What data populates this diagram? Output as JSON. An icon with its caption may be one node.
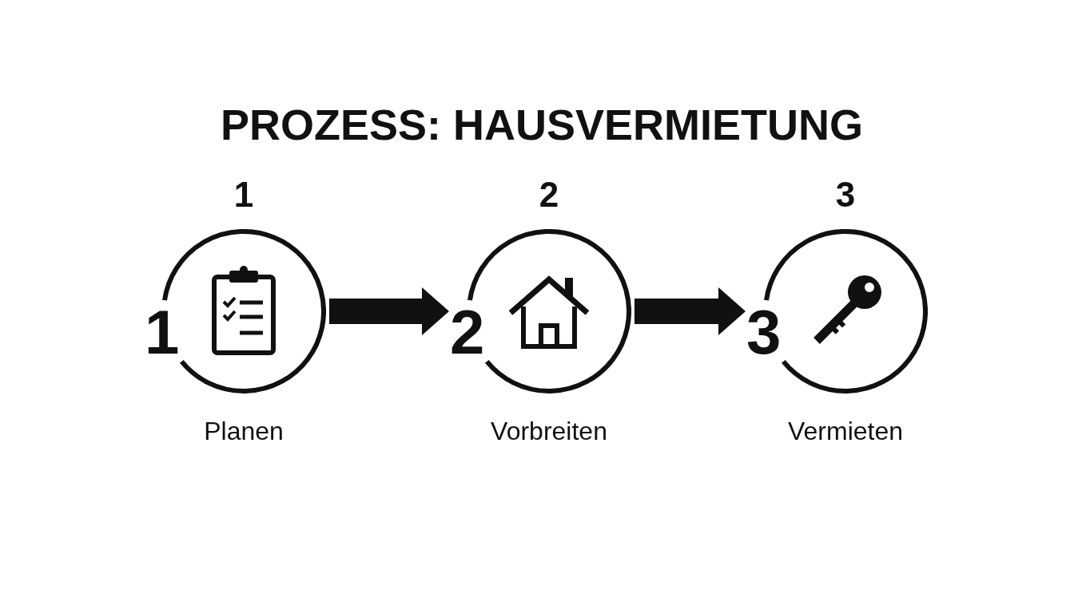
{
  "diagram": {
    "title": "PROZESS: HAUSVERMIETUNG",
    "nodes": [
      {
        "text": [
          "1",
          "1"
        ],
        "beside": [
          "Planen"
        ]
      },
      {
        "text": [
          "2",
          "2"
        ],
        "beside": [
          "Vorbreiten"
        ]
      },
      {
        "text": [
          "3",
          "3"
        ],
        "beside": [
          "Vermieten"
        ]
      }
    ],
    "edges": [
      {
        "from": 0,
        "to": 1,
        "arrow": "to"
      },
      {
        "from": 1,
        "to": 2,
        "arrow": "to"
      }
    ]
  }
}
